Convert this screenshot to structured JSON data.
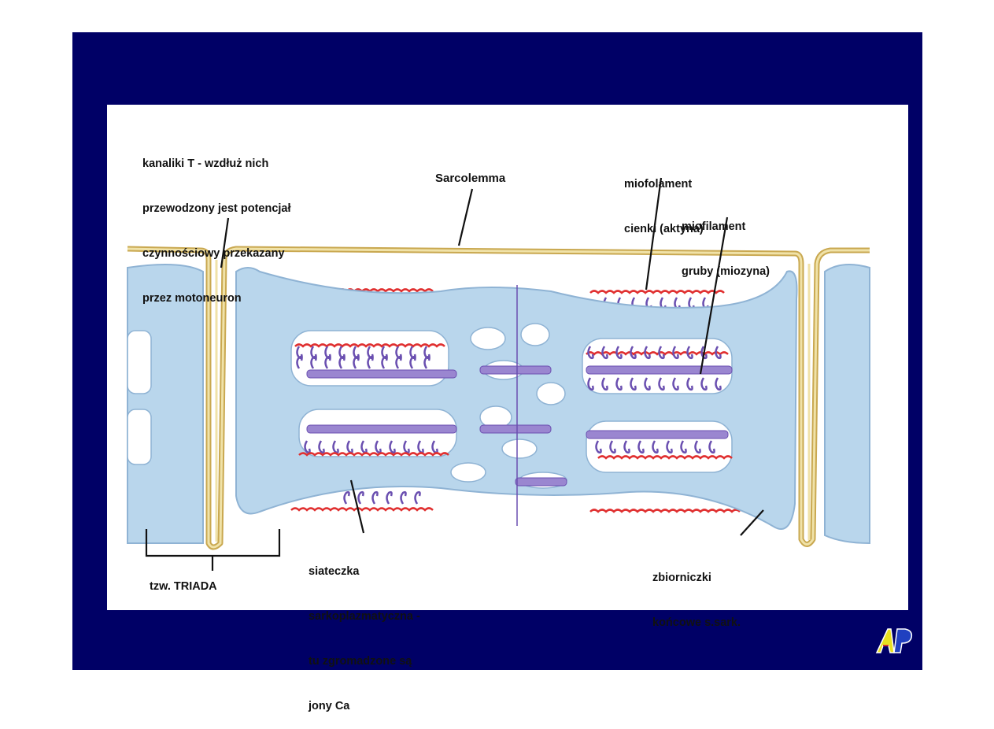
{
  "labels": {
    "t_tubules": [
      "kanaliki T - wzdłuż nich",
      "przewodzony jest potencjał",
      "czynnościowy przekazany",
      "przez motoneuron"
    ],
    "sarcolemma": "Sarcolemma",
    "thin_filament": [
      "miofolament",
      "cienki (aktyna)"
    ],
    "thick_filament": [
      "miofilament",
      "gruby (miozyna)"
    ],
    "sarcoplasmic_reticulum": [
      "siateczka",
      "sarkoplazmatyczna -",
      "tu zgromadzone są",
      "jony Ca"
    ],
    "terminal_cisternae": [
      "zbiorniczki",
      "końcowe s.sark."
    ],
    "triad": "tzw. TRIADA"
  },
  "logo": "AP",
  "colors": {
    "slide_bg": "#000066",
    "membrane": "#e8d08a",
    "reticulum": "#b9d6ec",
    "actin": "#e03030",
    "myosin": "#6a4fb0"
  }
}
